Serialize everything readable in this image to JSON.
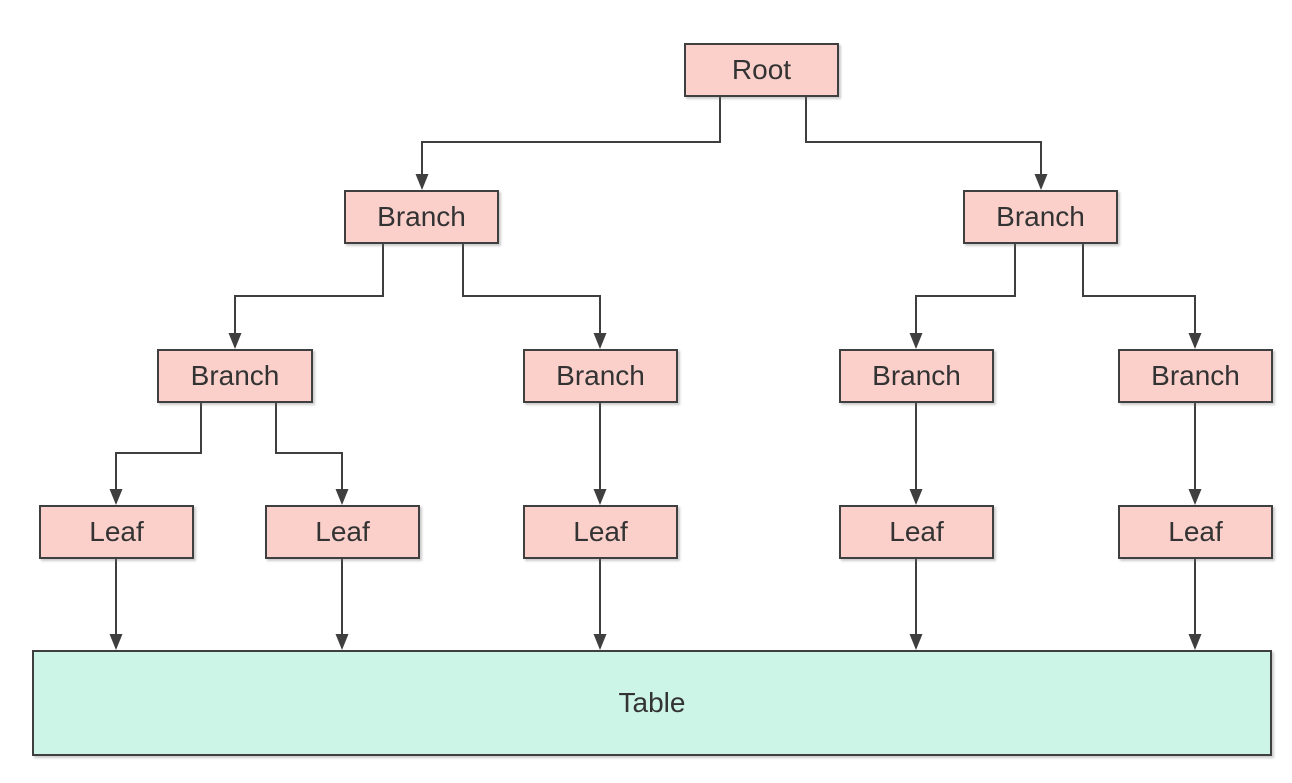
{
  "diagram": {
    "nodes": [
      {
        "id": "root",
        "label": "Root"
      },
      {
        "id": "branch-left",
        "label": "Branch"
      },
      {
        "id": "branch-right",
        "label": "Branch"
      },
      {
        "id": "branch-left-left",
        "label": "Branch"
      },
      {
        "id": "branch-left-right",
        "label": "Branch"
      },
      {
        "id": "branch-right-left",
        "label": "Branch"
      },
      {
        "id": "branch-right-right",
        "label": "Branch"
      },
      {
        "id": "leaf-1",
        "label": "Leaf"
      },
      {
        "id": "leaf-2",
        "label": "Leaf"
      },
      {
        "id": "leaf-3",
        "label": "Leaf"
      },
      {
        "id": "leaf-4",
        "label": "Leaf"
      },
      {
        "id": "leaf-5",
        "label": "Leaf"
      }
    ],
    "table": {
      "label": "Table"
    },
    "edges": [
      {
        "from": "root",
        "to": "branch-left"
      },
      {
        "from": "root",
        "to": "branch-right"
      },
      {
        "from": "branch-left",
        "to": "branch-left-left"
      },
      {
        "from": "branch-left",
        "to": "branch-left-right"
      },
      {
        "from": "branch-right",
        "to": "branch-right-left"
      },
      {
        "from": "branch-right",
        "to": "branch-right-right"
      },
      {
        "from": "branch-left-left",
        "to": "leaf-1"
      },
      {
        "from": "branch-left-left",
        "to": "leaf-2"
      },
      {
        "from": "branch-left-right",
        "to": "leaf-3"
      },
      {
        "from": "branch-right-left",
        "to": "leaf-4"
      },
      {
        "from": "branch-right-right",
        "to": "leaf-5"
      },
      {
        "from": "leaf-1",
        "to": "table"
      },
      {
        "from": "leaf-2",
        "to": "table"
      },
      {
        "from": "leaf-3",
        "to": "table"
      },
      {
        "from": "leaf-4",
        "to": "table"
      },
      {
        "from": "leaf-5",
        "to": "table"
      }
    ],
    "colors": {
      "node_fill": "#fbd0cb",
      "table_fill": "#cdf5e7",
      "border": "#3f3f3f",
      "connector": "#3f3f3f",
      "text": "#333333"
    }
  }
}
